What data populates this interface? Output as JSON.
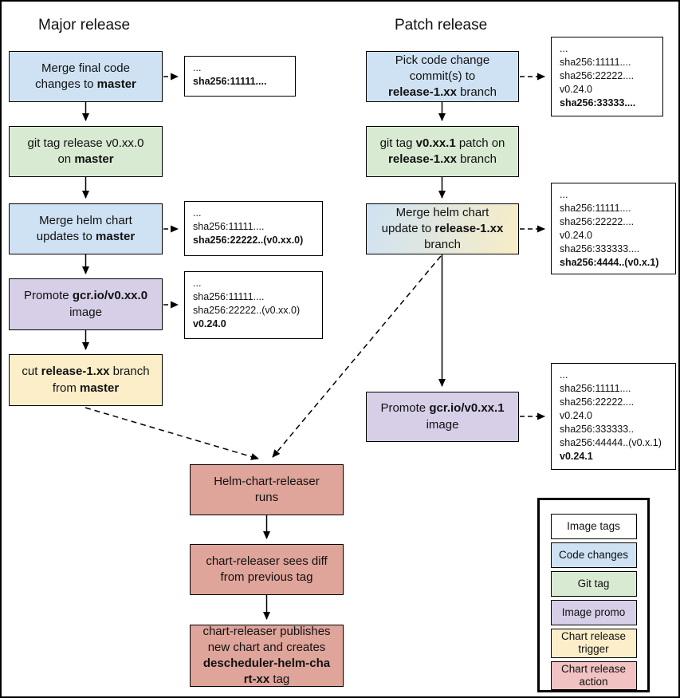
{
  "diagram": {
    "major": {
      "title": "Major release",
      "steps": {
        "merge_final_code": {
          "lines": [
            [
              {
                "t": "Merge final code"
              }
            ],
            [
              {
                "t": "changes to "
              },
              {
                "t": "master",
                "b": true
              }
            ]
          ]
        },
        "git_tag_release": {
          "lines": [
            [
              {
                "t": "git tag release v0.xx.0"
              }
            ],
            [
              {
                "t": "on "
              },
              {
                "t": "master",
                "b": true
              }
            ]
          ]
        },
        "merge_helm_updates": {
          "lines": [
            [
              {
                "t": "Merge helm chart"
              }
            ],
            [
              {
                "t": "updates to "
              },
              {
                "t": "master",
                "b": true
              }
            ]
          ]
        },
        "promote_image": {
          "lines": [
            [
              {
                "t": "Promote "
              },
              {
                "t": "gcr.io/v0.xx.0",
                "b": true
              }
            ],
            [
              {
                "t": "image"
              }
            ]
          ]
        },
        "cut_release_branch": {
          "lines": [
            [
              {
                "t": "cut "
              },
              {
                "t": "release-1.xx",
                "b": true
              },
              {
                "t": " branch"
              }
            ],
            [
              {
                "t": "from "
              },
              {
                "t": "master",
                "b": true
              }
            ]
          ]
        }
      },
      "annotations": {
        "after_code": {
          "lines": [
            [
              {
                "t": "..."
              }
            ],
            [
              {
                "t": "sha256:11111....",
                "b": true
              }
            ]
          ]
        },
        "after_helm": {
          "lines": [
            [
              {
                "t": "..."
              }
            ],
            [
              {
                "t": "sha256:11111...."
              }
            ],
            [
              {
                "t": "sha256:22222..(v0.xx.0)",
                "b": true
              }
            ]
          ]
        },
        "after_promote": {
          "lines": [
            [
              {
                "t": "..."
              }
            ],
            [
              {
                "t": "sha256:11111...."
              }
            ],
            [
              {
                "t": "sha256:22222..(v0.xx.0)"
              }
            ],
            [
              {
                "t": "v0.24.0",
                "b": true
              }
            ]
          ]
        }
      }
    },
    "patch": {
      "title": "Patch release",
      "steps": {
        "pick_commits": {
          "lines": [
            [
              {
                "t": "Pick code change"
              }
            ],
            [
              {
                "t": "commit(s) to"
              }
            ],
            [
              {
                "t": "release-1.xx",
                "b": true
              },
              {
                "t": " branch"
              }
            ]
          ]
        },
        "git_tag_patch": {
          "lines": [
            [
              {
                "t": "git tag "
              },
              {
                "t": "v0.xx.1",
                "b": true
              },
              {
                "t": " patch on"
              }
            ],
            [
              {
                "t": "release-1.xx",
                "b": true
              },
              {
                "t": " branch"
              }
            ]
          ]
        },
        "merge_helm_update": {
          "lines": [
            [
              {
                "t": "Merge helm chart"
              }
            ],
            [
              {
                "t": "update to "
              },
              {
                "t": "release-1.xx",
                "b": true
              }
            ],
            [
              {
                "t": "branch"
              }
            ]
          ]
        },
        "promote_image": {
          "lines": [
            [
              {
                "t": "Promote "
              },
              {
                "t": "gcr.io/v0.xx.1",
                "b": true
              }
            ],
            [
              {
                "t": "image"
              }
            ]
          ]
        }
      },
      "annotations": {
        "after_pick": {
          "lines": [
            [
              {
                "t": "..."
              }
            ],
            [
              {
                "t": "sha256:11111...."
              }
            ],
            [
              {
                "t": "sha256:22222...."
              }
            ],
            [
              {
                "t": "v0.24.0"
              }
            ],
            [
              {
                "t": "sha256:33333....",
                "b": true
              }
            ]
          ]
        },
        "after_helm": {
          "lines": [
            [
              {
                "t": "..."
              }
            ],
            [
              {
                "t": "sha256:11111...."
              }
            ],
            [
              {
                "t": "sha256:22222...."
              }
            ],
            [
              {
                "t": "v0.24.0"
              }
            ],
            [
              {
                "t": "sha256:333333...."
              }
            ],
            [
              {
                "t": "sha256:4444..(v0.x.1)",
                "b": true
              }
            ]
          ]
        },
        "after_promote": {
          "lines": [
            [
              {
                "t": "..."
              }
            ],
            [
              {
                "t": "sha256:11111...."
              }
            ],
            [
              {
                "t": "sha256:22222...."
              }
            ],
            [
              {
                "t": "v0.24.0"
              }
            ],
            [
              {
                "t": "sha256:333333.."
              }
            ],
            [
              {
                "t": "sha256:44444..(v0.x.1)"
              }
            ],
            [
              {
                "t": "v0.24.1",
                "b": true
              }
            ]
          ]
        }
      }
    },
    "chart_release": {
      "steps": {
        "runs": {
          "lines": [
            [
              {
                "t": "Helm-chart-releaser"
              }
            ],
            [
              {
                "t": "runs"
              }
            ]
          ]
        },
        "sees_diff": {
          "lines": [
            [
              {
                "t": "chart-releaser sees diff"
              }
            ],
            [
              {
                "t": "from previous tag"
              }
            ]
          ]
        },
        "publishes": {
          "lines": [
            [
              {
                "t": "chart-releaser publishes"
              }
            ],
            [
              {
                "t": "new chart and creates"
              }
            ],
            [
              {
                "t": "descheduler-helm-cha",
                "b": true
              }
            ],
            [
              {
                "t": "rt-xx",
                "b": true
              },
              {
                "t": " tag"
              }
            ]
          ]
        }
      }
    },
    "legend": {
      "items": [
        {
          "label": "Image tags",
          "color": "#ffffff"
        },
        {
          "label": "Code changes",
          "color": "#cfe2f3"
        },
        {
          "label": "Git tag",
          "color": "#d9ead3"
        },
        {
          "label": "Image promo",
          "color": "#d7cfe8"
        },
        {
          "label": "Chart release trigger",
          "color": "#fbeec9"
        },
        {
          "label": "Chart release action",
          "color": "#f0c2c2"
        }
      ]
    },
    "colors": {
      "code_changes": "#cfe2f3",
      "git_tag": "#d9ead3",
      "image_promo": "#d7cfe8",
      "chart_trigger": "#fbeec9",
      "chart_action": "#dfa49a",
      "gradient_from": "#cfe2f3",
      "gradient_to": "#f8edc6"
    }
  }
}
